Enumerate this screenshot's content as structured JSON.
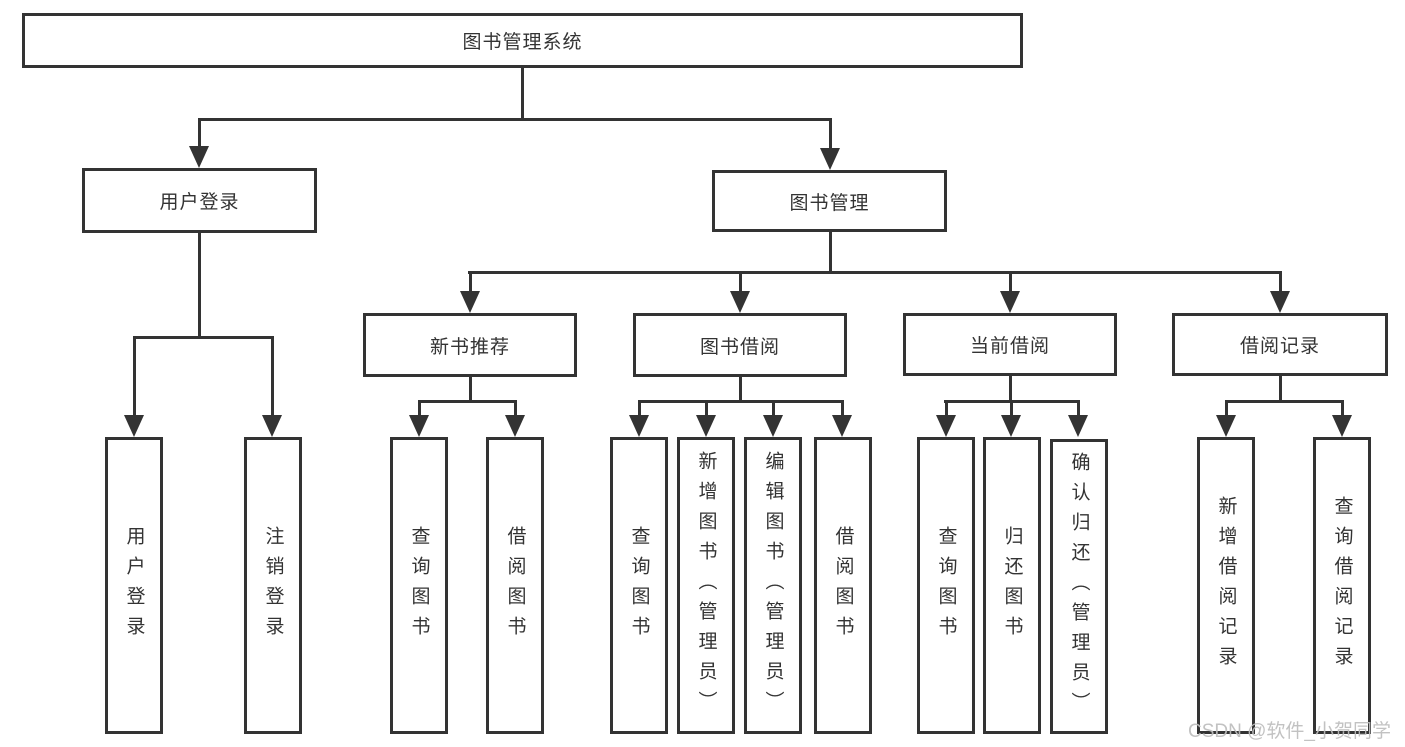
{
  "diagram": {
    "title": "图书管理系统",
    "branches": [
      {
        "label": "用户登录",
        "children": [
          {
            "label": "用户登录"
          },
          {
            "label": "注销登录"
          }
        ]
      },
      {
        "label": "图书管理",
        "children": [
          {
            "label": "新书推荐",
            "children": [
              {
                "label": "查询图书"
              },
              {
                "label": "借阅图书"
              }
            ]
          },
          {
            "label": "图书借阅",
            "children": [
              {
                "label": "查询图书"
              },
              {
                "label": "新增图书（管理员）"
              },
              {
                "label": "编辑图书（管理员）"
              },
              {
                "label": "借阅图书"
              }
            ]
          },
          {
            "label": "当前借阅",
            "children": [
              {
                "label": "查询图书"
              },
              {
                "label": "归还图书"
              },
              {
                "label": "确认归还（管理员）"
              }
            ]
          },
          {
            "label": "借阅记录",
            "children": [
              {
                "label": "新增借阅记录"
              },
              {
                "label": "查询借阅记录"
              }
            ]
          }
        ]
      }
    ]
  },
  "watermark": {
    "text": "CSDN @软件_小贺同学"
  },
  "colors": {
    "line": "#333333",
    "text": "#333333",
    "bg": "#ffffff",
    "watermark": "#bdbdbd"
  }
}
